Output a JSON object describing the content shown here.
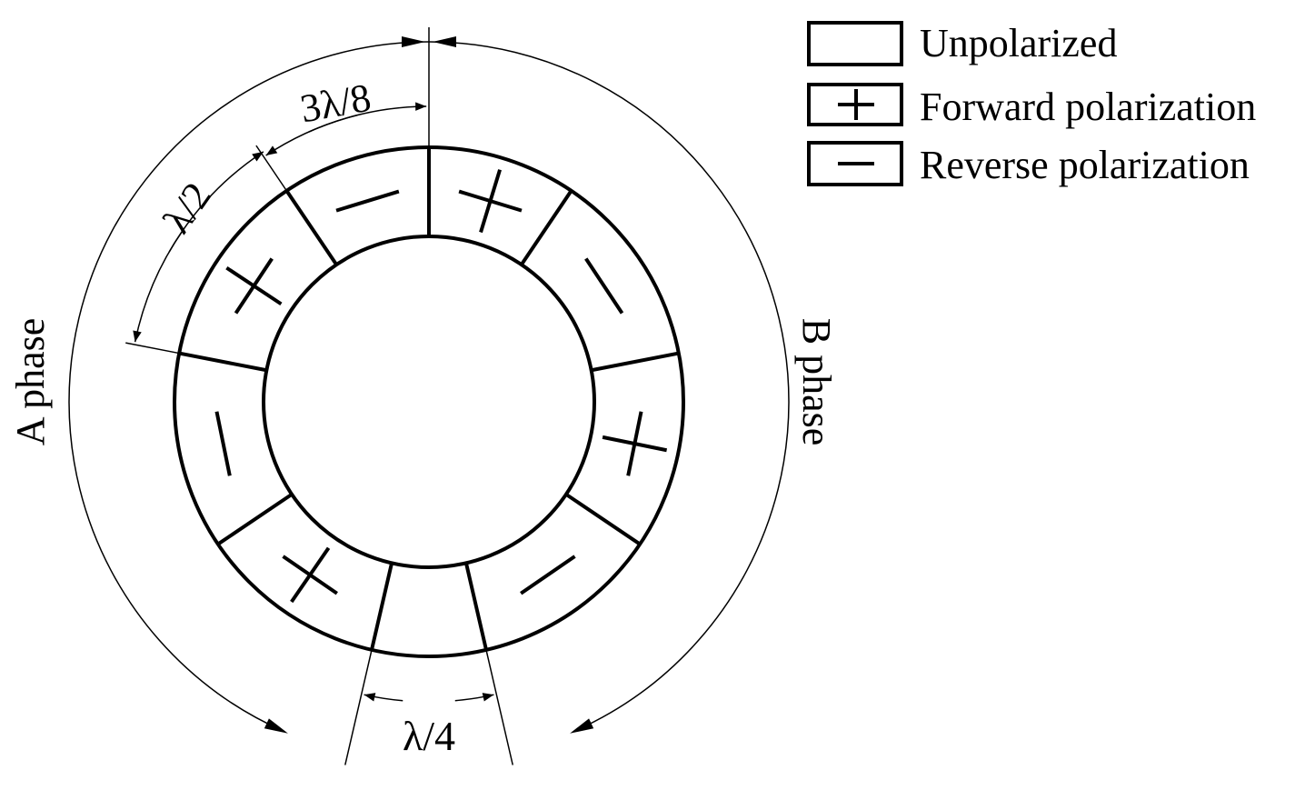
{
  "legend": {
    "unpolarized": "Unpolarized",
    "forward": "Forward polarization",
    "reverse": "Reverse polarization",
    "forward_symbol": "+",
    "reverse_symbol": "−"
  },
  "labels": {
    "a_phase": "A phase",
    "b_phase": "B phase",
    "dim_three_lambda_eighth": "3λ/8",
    "dim_lambda_half": "λ/2",
    "dim_lambda_quarter": "λ/4"
  },
  "colors": {
    "stroke": "#000000",
    "background": "#ffffff"
  }
}
